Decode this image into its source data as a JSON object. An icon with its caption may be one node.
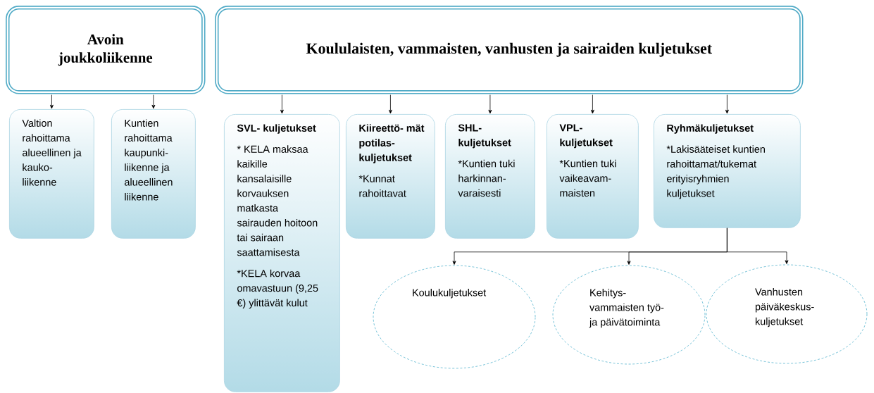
{
  "diagram": {
    "nodes": [
      {
        "text": [
          "Avoin joukkoliikenne"
        ]
      },
      {
        "text": [
          "Koululaisten, vammaisten, vanhusten ja sairaiden kuljetukset"
        ]
      },
      {
        "text": [
          "Valtion rahoittama alueellinen ja kauko- liikenne"
        ]
      },
      {
        "text": [
          "Kuntien rahoittama kaupunki- liikenne ja alueellinen liikenne"
        ]
      },
      {
        "text": [
          "SVL- kuljetukset",
          "* KELA maksaa kaikille kansalaisille korvauksen matkasta sairauden hoitoon tai sairaan saattamisesta",
          "*KELA korvaa omavastuun (9,25 €) ylittävät kulut"
        ]
      },
      {
        "text": [
          "Kiireettö- mät potilas- kuljetukset",
          "*Kunnat rahoittavat"
        ]
      },
      {
        "text": [
          "SHL- kuljetukset",
          "*Kuntien tuki harkinnan- varaisesti"
        ]
      },
      {
        "text": [
          "VPL- kuljetukset",
          "*Kuntien tuki vaikeavam- maisten"
        ]
      },
      {
        "text": [
          "Ryhmäkuljetukset",
          "*Lakisääteiset kuntien rahoittamat/tukemat erityisryhmien kuljetukset"
        ]
      },
      {
        "text": [
          "Koulukuljetukset"
        ]
      },
      {
        "text": [
          "Kehitys- vammaisten työ- ja päivätoiminta"
        ]
      },
      {
        "text": [
          "Vanhusten päiväkeskus- kuljetukset"
        ]
      }
    ],
    "edges": [
      {
        "from": 0,
        "to": 2,
        "arrow": "to"
      },
      {
        "from": 0,
        "to": 3,
        "arrow": "to"
      },
      {
        "from": 1,
        "to": 4,
        "arrow": "to"
      },
      {
        "from": 1,
        "to": 5,
        "arrow": "to"
      },
      {
        "from": 1,
        "to": 6,
        "arrow": "to"
      },
      {
        "from": 1,
        "to": 7,
        "arrow": "to"
      },
      {
        "from": 1,
        "to": 8,
        "arrow": "to"
      },
      {
        "from": 8,
        "to": 9,
        "arrow": "to"
      },
      {
        "from": 8,
        "to": 10,
        "arrow": "to"
      },
      {
        "from": 8,
        "to": 11,
        "arrow": "to"
      }
    ]
  }
}
